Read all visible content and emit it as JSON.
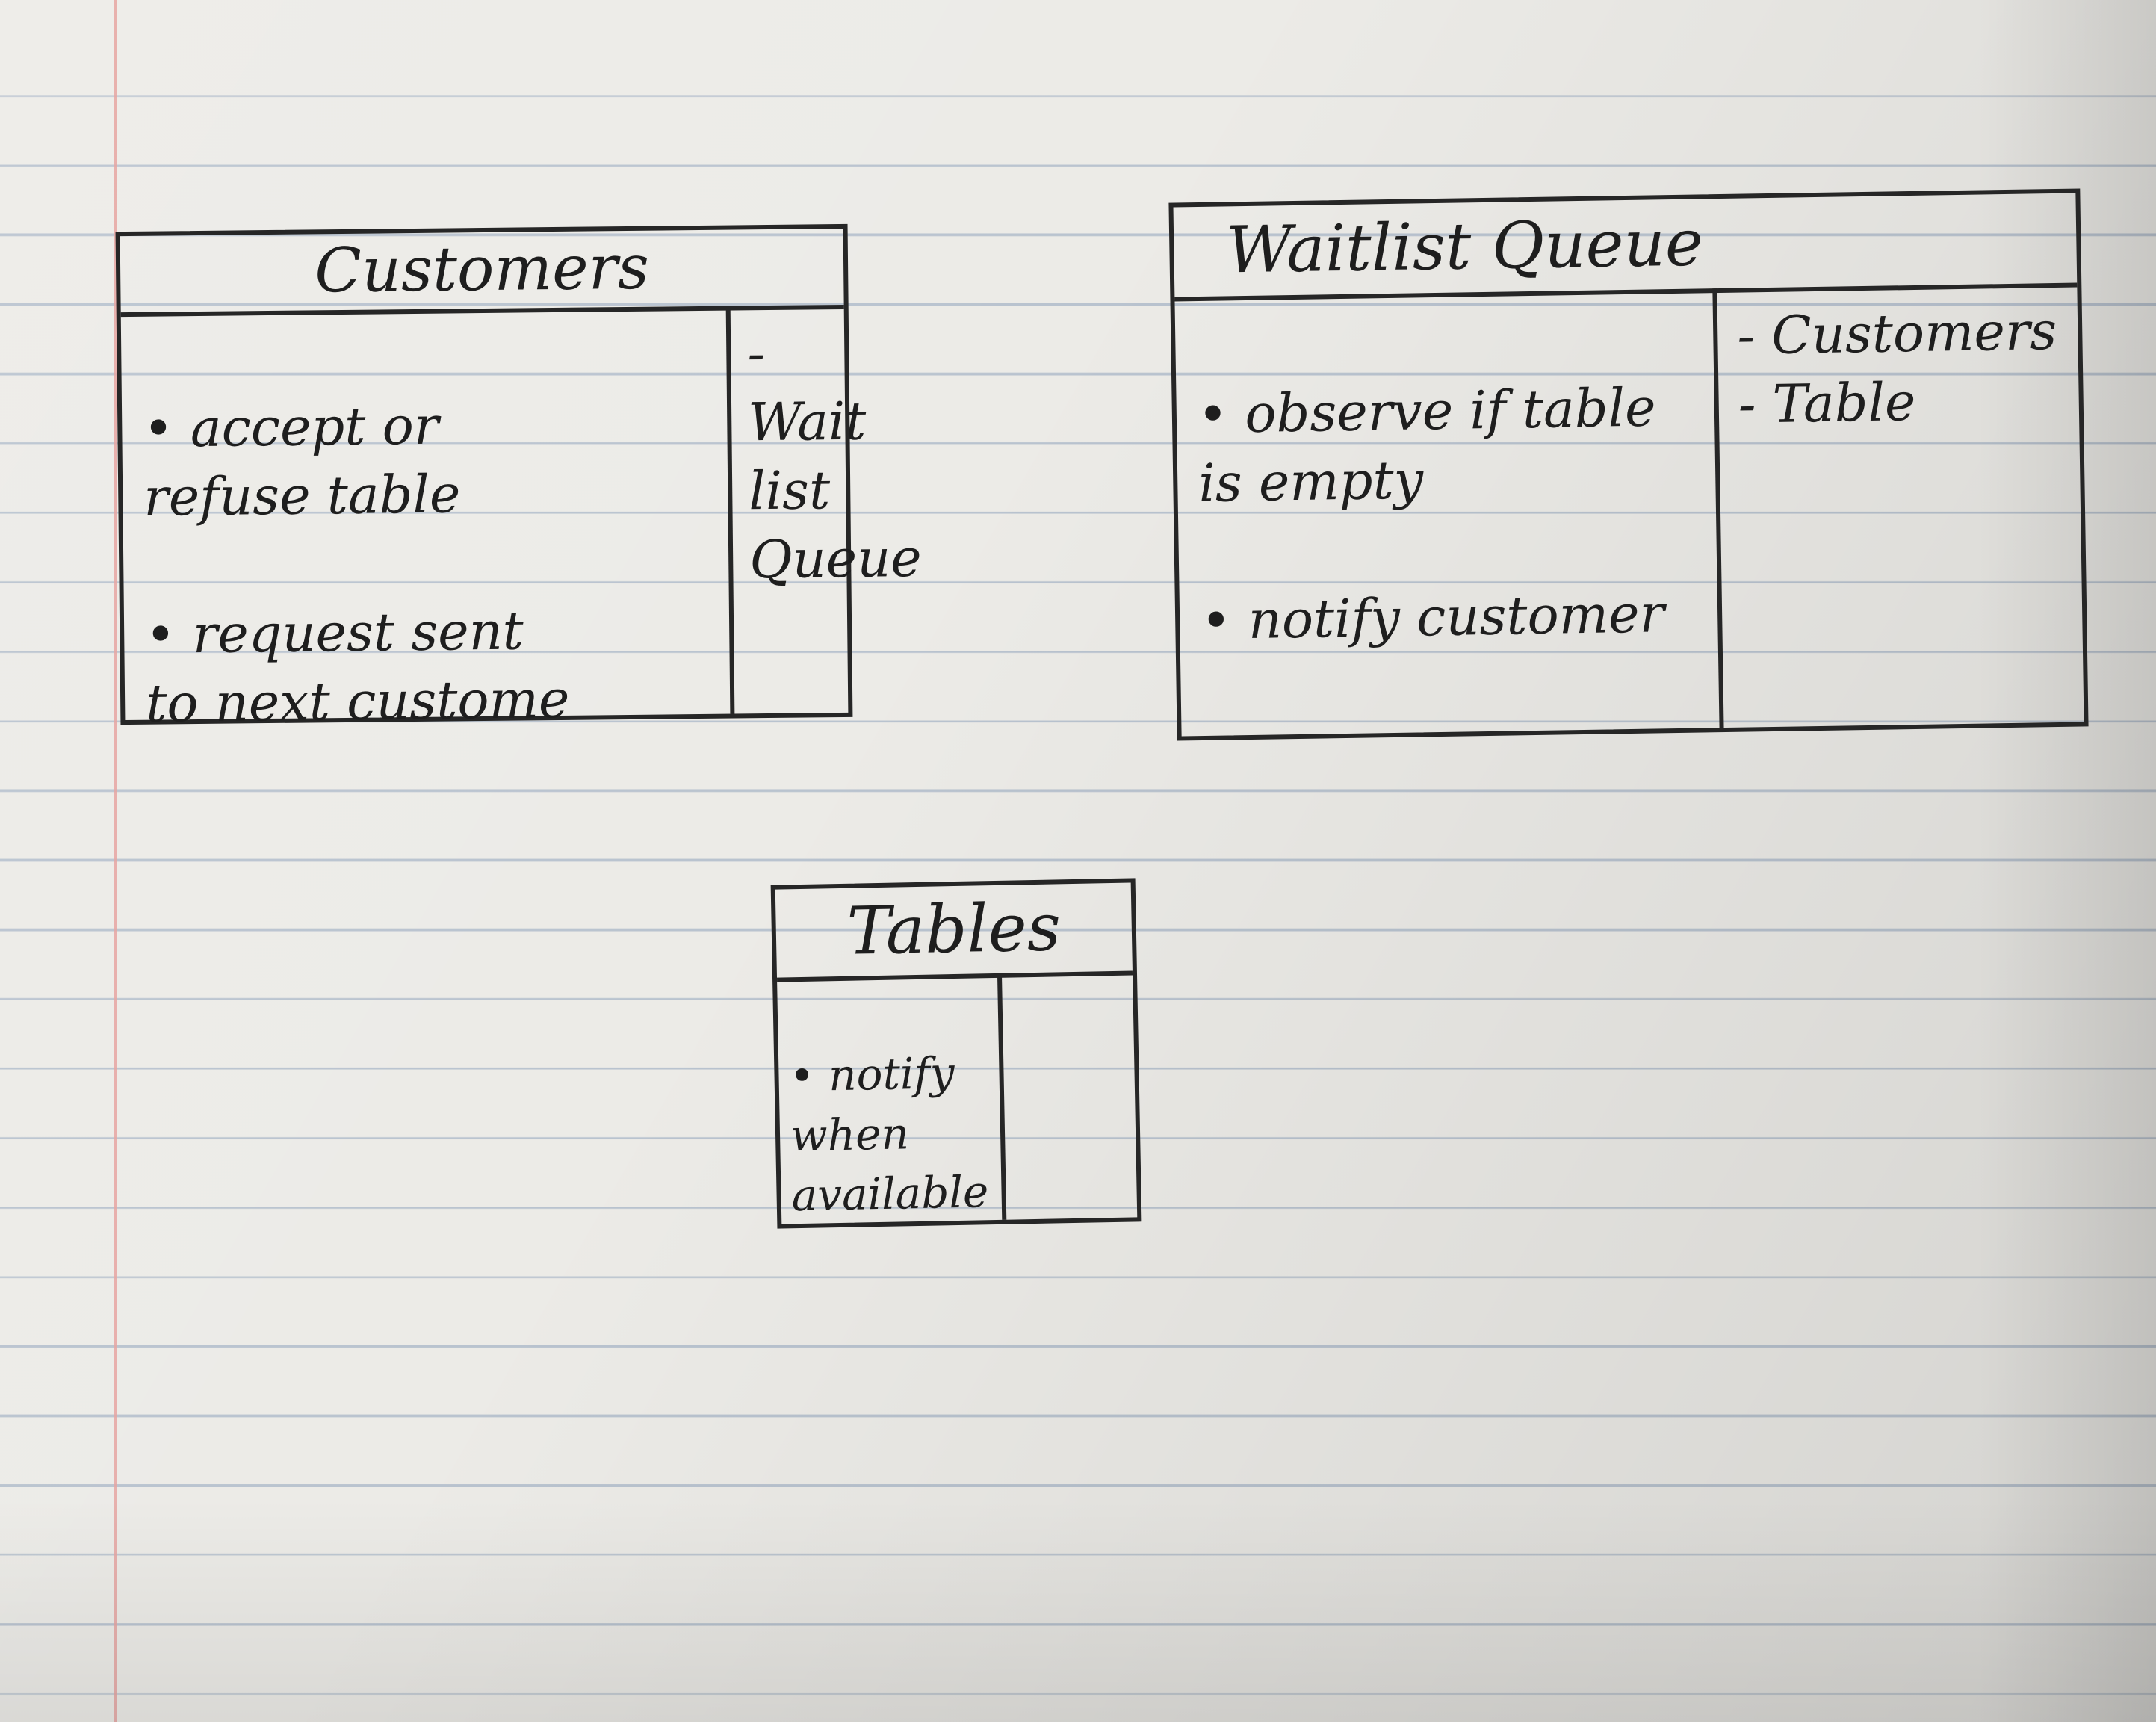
{
  "cards": {
    "customers": {
      "title": "Customers",
      "responsibilities": [
        "• accept or\nrefuse table",
        "• request sent\nto next custome"
      ],
      "collaborators": "- Wait\nlist\nQueue"
    },
    "waitlist": {
      "title": "Waitlist Queue",
      "responsibilities": [
        "• observe if table\nis empty",
        "• notify customer"
      ],
      "collaborators": "- Customers\n- Table"
    },
    "tables": {
      "title": "Tables",
      "responsibilities": [
        "• notify\nwhen\navailable"
      ],
      "collaborators": ""
    }
  }
}
